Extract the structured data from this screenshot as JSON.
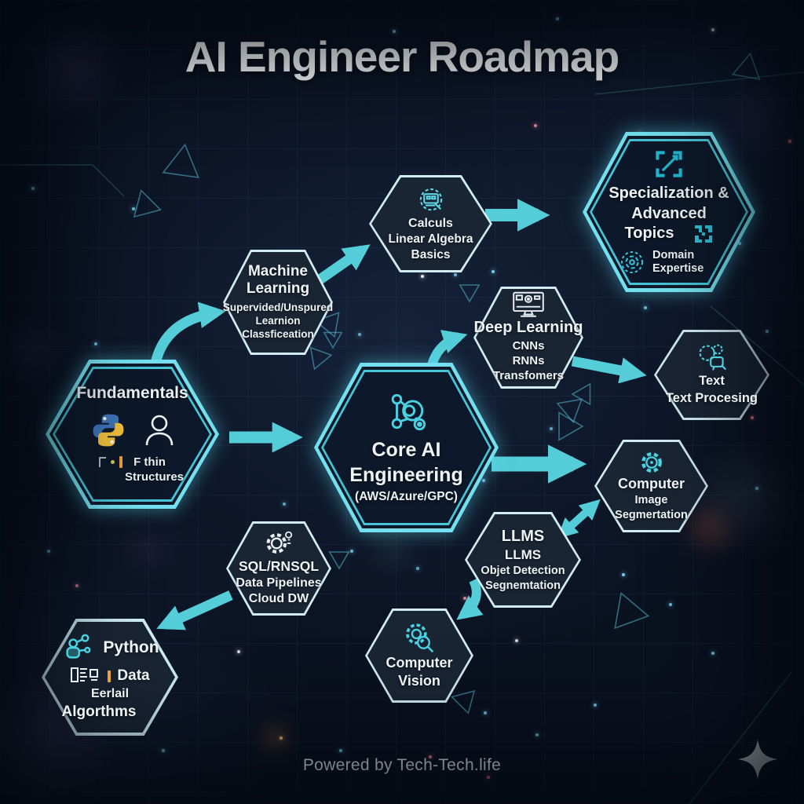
{
  "title": "AI Engineer Roadmap",
  "footer": "Powered by Tech-Tech.life",
  "colors": {
    "accent": "#5ad7e6",
    "arrow": "#54cdd9",
    "hex_border_light": "#d2ecf3",
    "hex_border_bright": "#74e0ef",
    "background": "#0a111f",
    "python_blue": "#3f74b8",
    "python_yellow": "#f2c23e"
  },
  "nodes": {
    "calculus": {
      "lines": [
        "Calculs",
        "Linear Algebra",
        "Basics"
      ]
    },
    "machine_learning": {
      "title": "Machine Learning",
      "lines": [
        "Supervided/Unspured",
        "Learnion",
        "Classficeation"
      ]
    },
    "specialization": {
      "title_lines": [
        "Specialization &",
        "Advanced",
        "Topics"
      ],
      "sub": "Domain Expertise"
    },
    "deep_learning": {
      "title": "Deep Learning",
      "lines": [
        "CNNs",
        "RNNs",
        "Transfomers"
      ]
    },
    "text_processing": {
      "lines": [
        "Text",
        "Text Procesing"
      ]
    },
    "fundamentals": {
      "title": "Fundamentals",
      "lines": [
        "F thin",
        "Structures"
      ]
    },
    "core_ai": {
      "title_lines": [
        "Core AI",
        "Engineering"
      ],
      "sub": "(AWS/Azure/GPC)"
    },
    "computer": {
      "title": "Computer",
      "lines": [
        "Image",
        "Segmertation"
      ]
    },
    "llms": {
      "title": "LLMS",
      "lines": [
        "LLMS",
        "Objet Detection",
        "Segnemtation"
      ]
    },
    "sql": {
      "lines": [
        "SQL/RNSQL",
        "Data Pipelines",
        "Cloud DW"
      ]
    },
    "python_data": {
      "title": "Python",
      "lines": [
        "Data",
        "Eerlail",
        "Algorthms"
      ]
    },
    "computer_vision": {
      "lines": [
        "Computer",
        "Vision"
      ]
    }
  },
  "icons": {
    "calculator-gear-icon": "gear ring with calculator screen",
    "expand-bracket-icon": "corner brackets with diagonal arrow",
    "expand-squares-icon": "four corner squares",
    "domain-gear-icon": "round swirl gear",
    "monitor-icon": "computer monitor",
    "text-processing-icon": "gears with speech bubble and magnifier",
    "python-logo": "python two-snake logo",
    "person-icon": "person silhouette outline",
    "network-nodes-icon": "connected nodes molecule",
    "gear-icon": "cog wheel",
    "gear-white-icon": "white cog wheel",
    "person-network-icon": "person with network nodes",
    "glyph-blocks-icon": "garbled glyph blocks",
    "gear-magnifier-icon": "cog with magnifier",
    "sparkle-icon": "four point star"
  }
}
